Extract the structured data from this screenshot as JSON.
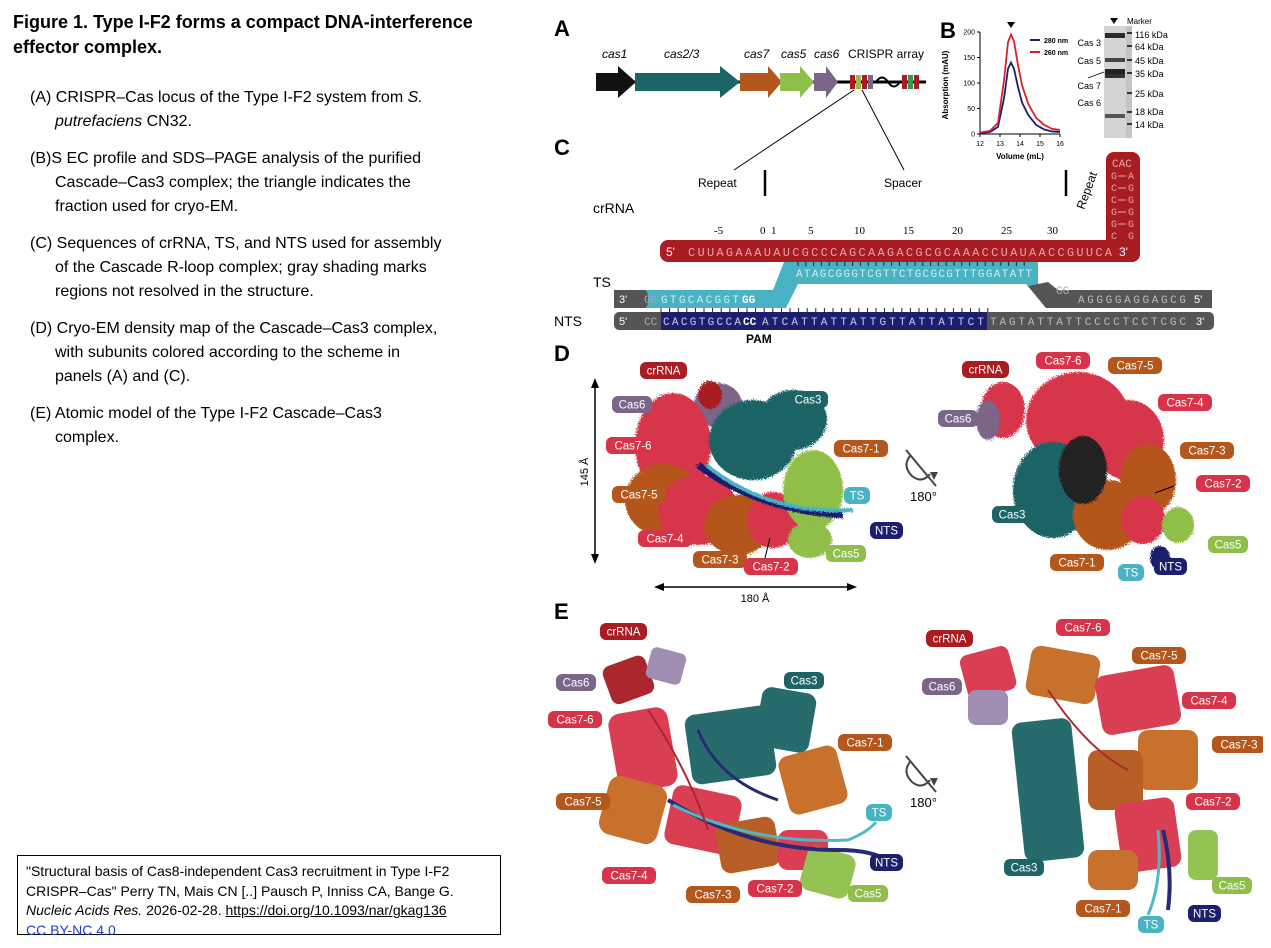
{
  "figure": {
    "title": "Figure 1. Type I-F2 forms a compact DNA-interference effector complex.",
    "captions": [
      {
        "letter": "(A)",
        "text": "CRISPR–Cas locus of the Type I-F2 system from ",
        "italic": "S. putrefaciens",
        "after": " CN32."
      },
      {
        "letter": "(B)",
        "text": "S EC profile and SDS–PAGE analysis of the purified Cascade–Cas3 complex; the triangle indicates the fraction used for cryo-EM."
      },
      {
        "letter": "(C)",
        "text": "Sequences of crRNA, TS, and NTS used for assembly of the Cascade R-loop complex; gray shading marks regions not resolved in the structure."
      },
      {
        "letter": "(D)",
        "text": "Cryo-EM density map of the Cascade–Cas3 complex, with subunits colored according to the scheme in panels (A) and (C)."
      },
      {
        "letter": "(E)",
        "text": "Atomic model of the Type I-F2 Cascade–Cas3 complex."
      }
    ]
  },
  "citation": {
    "line1": "\"Structural basis of Cas8-independent Cas3 recruitment in Type I-F2 CRISPR–Cas\" Perry TN, Mais CN [..] Pausch P, Inniss CA, Bange G.",
    "journal": "Nucleic Acids Res.",
    "date": " 2026-02-28. ",
    "doi": "https://doi.org/10.1093/nar/gkag136",
    "license": "CC BY-NC 4.0"
  },
  "panelA": {
    "label": "A",
    "genes": [
      {
        "name": "cas1",
        "color": "#111111"
      },
      {
        "name": "cas2/3",
        "color": "#1d6466"
      },
      {
        "name": "cas7",
        "color": "#b4571c"
      },
      {
        "name": "cas5",
        "color": "#8fbf4a"
      },
      {
        "name": "cas6",
        "color": "#7b6588"
      }
    ],
    "array_label": "CRISPR array",
    "repeat_label": "Repeat",
    "spacer_label": "Spacer"
  },
  "panelB": {
    "label": "B",
    "ylabel": "Absorption (mAU)",
    "xlabel": "Volume (mL)",
    "legend": [
      "280 nm",
      "260 nm"
    ],
    "marker_title": "Marker",
    "marker_bands": [
      "116 kDa",
      "64 kDa",
      "45 kDa",
      "35 kDa",
      "25 kDa",
      "18 kDa",
      "14 kDa"
    ],
    "protein_labels": [
      "Cas 3",
      "Cas 5",
      "Cas 7",
      "Cas 6"
    ]
  },
  "chart_data": {
    "type": "line",
    "xlabel": "Volume (mL)",
    "ylabel": "Absorption (mAU)",
    "xlim": [
      12,
      16
    ],
    "ylim": [
      0,
      200
    ],
    "xticks": [
      12,
      13,
      14,
      15,
      16
    ],
    "yticks": [
      0,
      50,
      100,
      150,
      200
    ],
    "legend_position": "top-right",
    "x": [
      12.0,
      12.5,
      12.9,
      13.2,
      13.4,
      13.55,
      13.7,
      13.9,
      14.1,
      14.4,
      14.8,
      15.2,
      15.6,
      16.0
    ],
    "series": [
      {
        "name": "280 nm",
        "color": "#1c1f6e",
        "values": [
          2,
          4,
          14,
          70,
          128,
          140,
          128,
          92,
          62,
          38,
          18,
          9,
          5,
          4
        ]
      },
      {
        "name": "260 nm",
        "color": "#d8222a",
        "values": [
          3,
          6,
          22,
          105,
          180,
          195,
          182,
          135,
          96,
          60,
          32,
          18,
          10,
          8
        ]
      }
    ],
    "marker": {
      "position": 13.55,
      "symbol": "triangle"
    }
  },
  "panelC": {
    "label": "C",
    "crrna_label": "crRNA",
    "repeat_label": "Repeat",
    "ts_label": "TS",
    "nts_label": "NTS",
    "pam_label": "PAM",
    "numbers": [
      "-5",
      "0",
      "1",
      "5",
      "10",
      "15",
      "20",
      "25",
      "30"
    ],
    "crrna_5": "5'",
    "crrna_seq": "CUUAGAAAUAUCGCCCAGCAAGACGCGCAAACCUAUAACCGUUCA",
    "crrna_3": "3'",
    "hairpin_left": [
      "G",
      "C",
      "C",
      "G",
      "G",
      "C"
    ],
    "hairpin_top": "CAC",
    "hairpin_right": [
      "A",
      "G",
      "G",
      "G",
      "G",
      "G"
    ],
    "ts_3": "3'",
    "ts_gray_left": "GG",
    "ts_teal_left": "GTGCACGGT",
    "ts_bold": "GG",
    "ts_teal_up": "ATAGCGGGTCGTTCTGCGCGTTTGGATATT",
    "ts_gray_down": "GG",
    "ts_gray_right": "AGGGGAGGAGCG",
    "ts_5": "5'",
    "nts_5": "5'",
    "nts_gray_left": "CC",
    "nts_blue1": "CACGTGCCA",
    "nts_bold": "CC",
    "nts_blue2": "ATCATTATTATTGTTATTATTCT",
    "nts_gray_right": "TAGTATTATTCCCCTCCTCGC",
    "nts_3": "3'"
  },
  "panelD": {
    "label": "D",
    "scale_v": "145 Å",
    "scale_h": "180 Å",
    "rotation": "180°",
    "left_tags": [
      {
        "text": "crRNA",
        "color": "#a81c22"
      },
      {
        "text": "Cas6",
        "color": "#7b6588"
      },
      {
        "text": "Cas3",
        "color": "#1d6466"
      },
      {
        "text": "Cas7-6",
        "color": "#d7344a"
      },
      {
        "text": "Cas7-1",
        "color": "#b4571c"
      },
      {
        "text": "TS",
        "color": "#49b3c4"
      },
      {
        "text": "Cas7-5",
        "color": "#b4571c"
      },
      {
        "text": "NTS",
        "color": "#1c1f6e"
      },
      {
        "text": "Cas7-4",
        "color": "#d7344a"
      },
      {
        "text": "Cas5",
        "color": "#8fbf4a"
      },
      {
        "text": "Cas7-3",
        "color": "#b4571c"
      },
      {
        "text": "Cas7-2",
        "color": "#d7344a"
      }
    ],
    "right_tags": [
      {
        "text": "crRNA",
        "color": "#a81c22"
      },
      {
        "text": "Cas7-6",
        "color": "#d7344a"
      },
      {
        "text": "Cas7-5",
        "color": "#b4571c"
      },
      {
        "text": "Cas6",
        "color": "#7b6588"
      },
      {
        "text": "Cas7-4",
        "color": "#d7344a"
      },
      {
        "text": "Cas7-3",
        "color": "#b4571c"
      },
      {
        "text": "Cas7-2",
        "color": "#d7344a"
      },
      {
        "text": "Cas3",
        "color": "#1d6466"
      },
      {
        "text": "Cas5",
        "color": "#8fbf4a"
      },
      {
        "text": "Cas7-1",
        "color": "#b4571c"
      },
      {
        "text": "TS",
        "color": "#49b3c4"
      },
      {
        "text": "NTS",
        "color": "#1c1f6e"
      }
    ]
  },
  "panelE": {
    "label": "E",
    "rotation": "180°",
    "left_tags": [
      {
        "text": "crRNA",
        "color": "#a81c22"
      },
      {
        "text": "Cas6",
        "color": "#7b6588"
      },
      {
        "text": "Cas3",
        "color": "#1d6466"
      },
      {
        "text": "Cas7-6",
        "color": "#d7344a"
      },
      {
        "text": "Cas7-1",
        "color": "#b4571c"
      },
      {
        "text": "Cas7-5",
        "color": "#b4571c"
      },
      {
        "text": "TS",
        "color": "#49b3c4"
      },
      {
        "text": "NTS",
        "color": "#1c1f6e"
      },
      {
        "text": "Cas7-4",
        "color": "#d7344a"
      },
      {
        "text": "Cas7-2",
        "color": "#d7344a"
      },
      {
        "text": "Cas7-3",
        "color": "#b4571c"
      },
      {
        "text": "Cas5",
        "color": "#8fbf4a"
      }
    ],
    "right_tags": [
      {
        "text": "crRNA",
        "color": "#a81c22"
      },
      {
        "text": "Cas7-6",
        "color": "#d7344a"
      },
      {
        "text": "Cas7-5",
        "color": "#b4571c"
      },
      {
        "text": "Cas6",
        "color": "#7b6588"
      },
      {
        "text": "Cas7-4",
        "color": "#d7344a"
      },
      {
        "text": "Cas7-3",
        "color": "#b4571c"
      },
      {
        "text": "Cas7-2",
        "color": "#d7344a"
      },
      {
        "text": "Cas3",
        "color": "#1d6466"
      },
      {
        "text": "Cas5",
        "color": "#8fbf4a"
      },
      {
        "text": "Cas7-1",
        "color": "#b4571c"
      },
      {
        "text": "TS",
        "color": "#49b3c4"
      },
      {
        "text": "NTS",
        "color": "#1c1f6e"
      }
    ]
  }
}
